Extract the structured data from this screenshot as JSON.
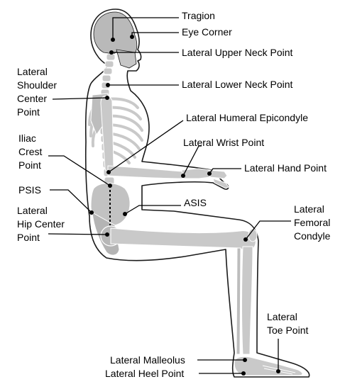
{
  "diagram": {
    "colors": {
      "bone": "#c9c9c9",
      "bone_dark": "#b4b4b4",
      "outline": "#1a1a1a",
      "leader": "#000000",
      "landmark": "#000000"
    },
    "landmarks": [
      {
        "key": "tragion",
        "lines": [
          "Tragion"
        ]
      },
      {
        "key": "eye_corner",
        "lines": [
          "Eye Corner"
        ]
      },
      {
        "key": "upper_neck",
        "lines": [
          "Lateral Upper Neck Point"
        ]
      },
      {
        "key": "lower_neck",
        "lines": [
          "Lateral Lower Neck Point"
        ]
      },
      {
        "key": "shoulder",
        "lines": [
          "Lateral",
          "Shoulder",
          "Center",
          "Point"
        ]
      },
      {
        "key": "humeral",
        "lines": [
          "Lateral Humeral Epicondyle"
        ]
      },
      {
        "key": "wrist",
        "lines": [
          "Lateral Wrist Point"
        ]
      },
      {
        "key": "iliac",
        "lines": [
          "Iliac",
          "Crest",
          "Point"
        ]
      },
      {
        "key": "hand",
        "lines": [
          "Lateral Hand Point"
        ]
      },
      {
        "key": "psis",
        "lines": [
          "PSIS"
        ]
      },
      {
        "key": "asis",
        "lines": [
          "ASIS"
        ]
      },
      {
        "key": "hip",
        "lines": [
          "Lateral",
          "Hip Center",
          "Point"
        ]
      },
      {
        "key": "femoral",
        "lines": [
          "Lateral",
          "Femoral",
          "Condyle"
        ]
      },
      {
        "key": "toe",
        "lines": [
          "Lateral",
          "Toe Point"
        ]
      },
      {
        "key": "malleolus",
        "lines": [
          "Lateral Malleolus"
        ]
      },
      {
        "key": "heel",
        "lines": [
          "Lateral Heel Point"
        ]
      }
    ]
  }
}
